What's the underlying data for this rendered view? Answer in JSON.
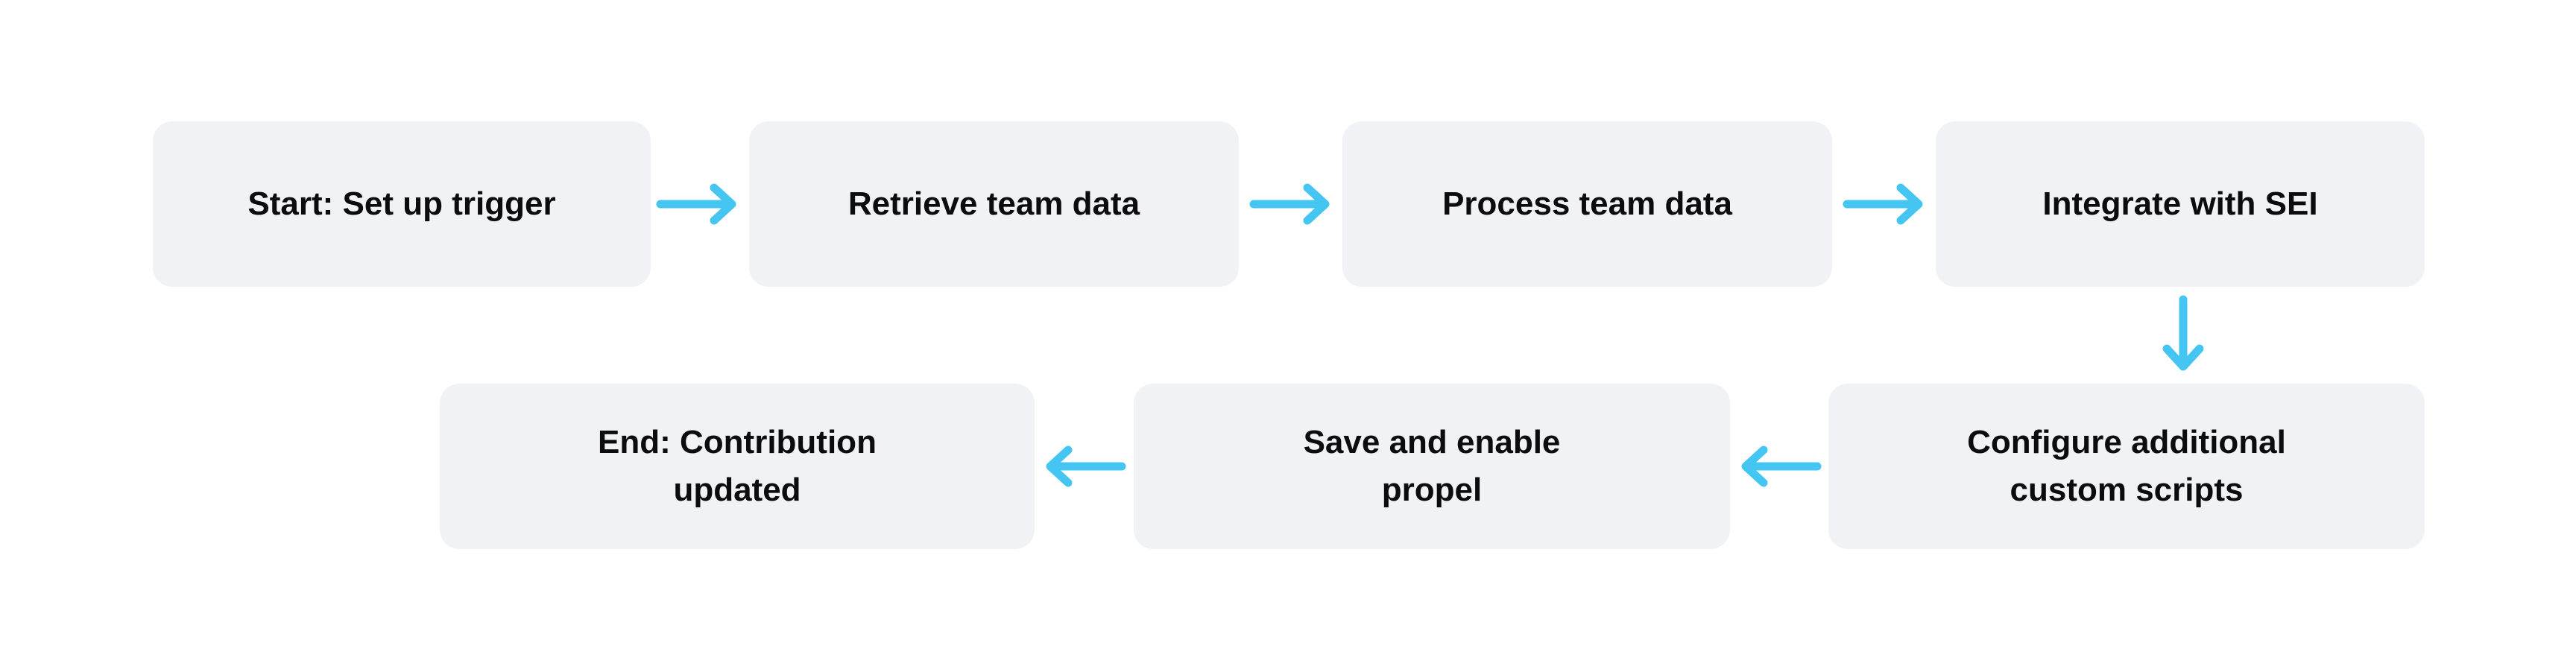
{
  "flowchart": {
    "colors": {
      "background": "#ffffff",
      "node_fill": "#f1f2f6",
      "arrow": "#45c5f2",
      "text": "#0c0c10"
    },
    "nodes": [
      {
        "id": "start",
        "label": "Start: Set up trigger"
      },
      {
        "id": "retrieve",
        "label": "Retrieve team data"
      },
      {
        "id": "process",
        "label": "Process team data"
      },
      {
        "id": "integrate",
        "label": "Integrate with SEI"
      },
      {
        "id": "configure",
        "label": "Configure additional\ncustom scripts"
      },
      {
        "id": "save",
        "label": "Save and enable\npropel"
      },
      {
        "id": "end",
        "label": "End: Contribution\nupdated"
      }
    ],
    "edges": [
      {
        "from": "start",
        "to": "retrieve",
        "direction": "right"
      },
      {
        "from": "retrieve",
        "to": "process",
        "direction": "right"
      },
      {
        "from": "process",
        "to": "integrate",
        "direction": "right"
      },
      {
        "from": "integrate",
        "to": "configure",
        "direction": "down"
      },
      {
        "from": "configure",
        "to": "save",
        "direction": "left"
      },
      {
        "from": "save",
        "to": "end",
        "direction": "left"
      }
    ]
  }
}
